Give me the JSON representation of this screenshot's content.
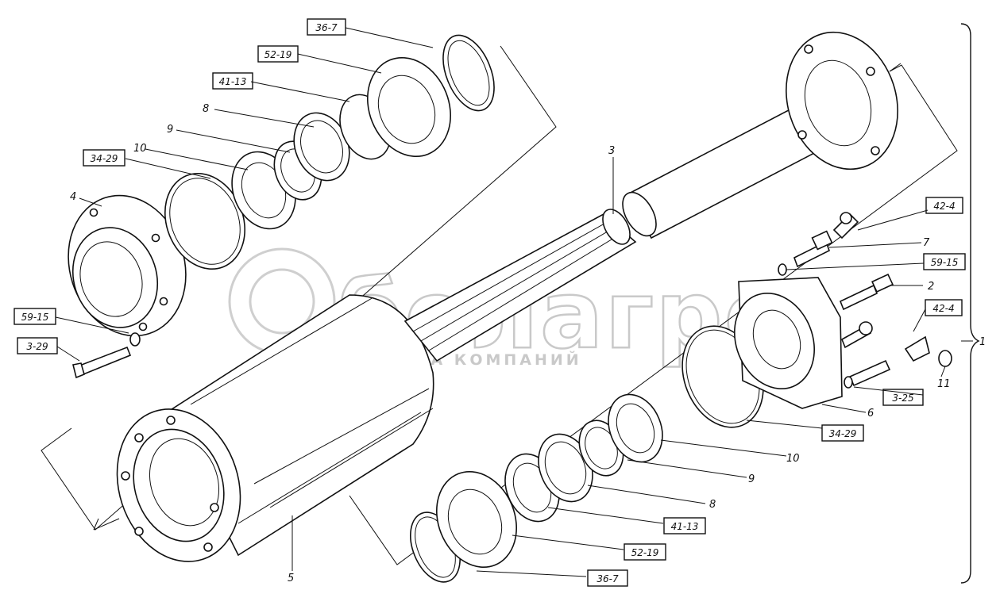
{
  "callouts": {
    "c1": "1",
    "c2": "2",
    "c3": "3",
    "c4": "4",
    "c5": "5",
    "c6": "6",
    "c7": "7",
    "c8a": "8",
    "c8b": "8",
    "c9a": "9",
    "c9b": "9",
    "c10a": "10",
    "c10b": "10",
    "c11": "11"
  },
  "boxed_refs": {
    "r36_7a": "36-7",
    "r52_19a": "52-19",
    "r41_13a": "41-13",
    "r34_29a": "34-29",
    "r59_15a": "59-15",
    "r3_29": "3-29",
    "r42_4a": "42-4",
    "r59_15b": "59-15",
    "r42_4b": "42-4",
    "r3_25": "3-25",
    "r34_29b": "34-29",
    "r52_19b": "52-19",
    "r41_13b": "41-13",
    "r36_7b": "36-7"
  },
  "watermark": {
    "brand": "белагро",
    "tagline": "ГРУППА КОМПАНИЙ"
  }
}
